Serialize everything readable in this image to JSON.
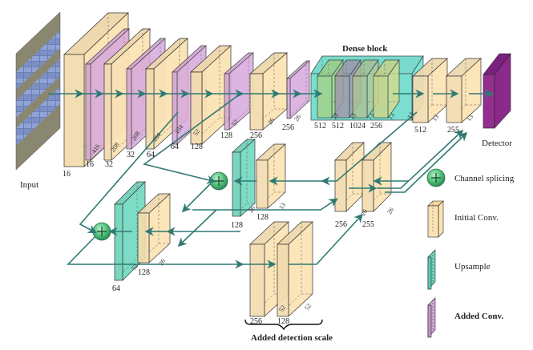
{
  "title": "Network architecture diagram",
  "colors": {
    "initial_conv": "#fbe3b4",
    "added_conv": "#d8a9dd",
    "upsample": "#6fd9bf",
    "dense_block": "#66e0cf",
    "detector": "#8b2a8b",
    "arrow": "#2f7a73",
    "splice": "#4fbf7a",
    "stroke": "#222222"
  },
  "input": {
    "label": "Input"
  },
  "main_path": {
    "layers": [
      {
        "type": "initial_conv",
        "channels": "16",
        "size": ""
      },
      {
        "type": "added_conv",
        "channels": "16",
        "size": "416"
      },
      {
        "type": "initial_conv",
        "channels": "32",
        "size": "208"
      },
      {
        "type": "added_conv",
        "channels": "32",
        "size": "208"
      },
      {
        "type": "initial_conv",
        "channels": "64",
        "size": "104"
      },
      {
        "type": "added_conv",
        "channels": "64",
        "size": "104"
      },
      {
        "type": "initial_conv",
        "channels": "128",
        "size": "52"
      },
      {
        "type": "added_conv",
        "channels": "128",
        "size": "52"
      },
      {
        "type": "initial_conv",
        "channels": "256",
        "size": "26"
      },
      {
        "type": "added_conv",
        "channels": "256",
        "size": "26"
      },
      {
        "type": "added_conv",
        "channels": "",
        "size": "13"
      }
    ]
  },
  "dense_block": {
    "title": "Dense block",
    "channels": [
      "512",
      "512",
      "1024",
      "256"
    ],
    "sizes": [
      "13",
      "13",
      "13",
      "13"
    ],
    "outer_size": "13"
  },
  "post_dense": [
    {
      "channels": "512",
      "size": "13"
    },
    {
      "channels": "255",
      "size": "13"
    }
  ],
  "detector": {
    "label": "Detector"
  },
  "branch_26": {
    "upsample": {
      "channels": "128",
      "size": "26"
    },
    "conv": {
      "channels": "128",
      "size": "13"
    },
    "out_convs": [
      {
        "channels": "256",
        "size": "26"
      },
      {
        "channels": "255",
        "size": "26"
      }
    ]
  },
  "branch_52": {
    "upsample": {
      "channels": "64",
      "size": ""
    },
    "conv": {
      "channels": "128",
      "size": "26",
      "size2": "52"
    },
    "scale_convs": [
      {
        "channels": "256",
        "size": "52"
      },
      {
        "channels": "128",
        "size": "52"
      }
    ],
    "brace_label": "Added detection scale"
  },
  "legend": {
    "items": [
      {
        "key": "channel_splicing",
        "label": "Channel splicing",
        "bold": false
      },
      {
        "key": "initial_conv",
        "label": "Initial Conv.",
        "bold": false
      },
      {
        "key": "upsample",
        "label": "Upsample",
        "bold": false
      },
      {
        "key": "added_conv",
        "label": "Added Conv.",
        "bold": true
      }
    ]
  }
}
